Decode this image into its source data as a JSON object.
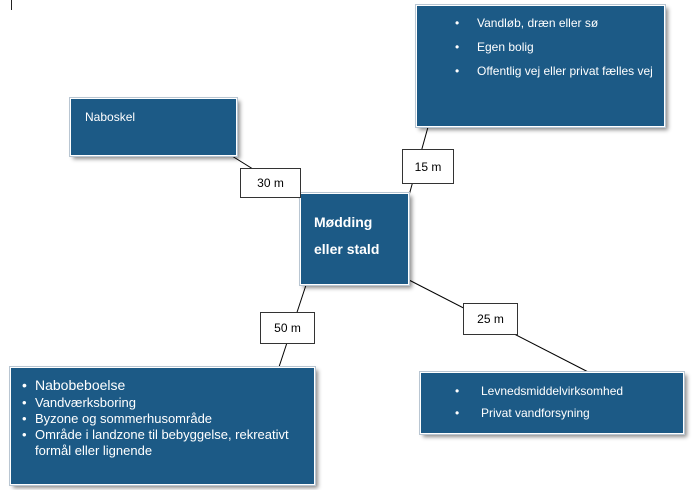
{
  "nodes": {
    "naboskel": {
      "label": "Naboskel"
    },
    "top_right": {
      "items": [
        "Vandløb, dræn eller sø",
        "Egen bolig",
        "Offentlig vej eller privat fælles vej"
      ]
    },
    "center": {
      "line1": "Mødding",
      "line2": "eller stald"
    },
    "bottom_left": {
      "items": [
        "Nabobeboelse",
        "Vandværksboring",
        "Byzone og sommerhusområde",
        "Område i landzone til bebyggelse, rekreativt formål eller lignende"
      ]
    },
    "bottom_right": {
      "items": [
        "Levnedsmiddelvirksomhed",
        "Privat vandforsyning"
      ]
    }
  },
  "distances": {
    "naboskel": "30 m",
    "top_right": "15 m",
    "bottom_left": "50 m",
    "bottom_right": "25 m"
  },
  "colors": {
    "box_fill": "#1c5a86",
    "box_text": "#ffffff",
    "line": "#000000"
  }
}
